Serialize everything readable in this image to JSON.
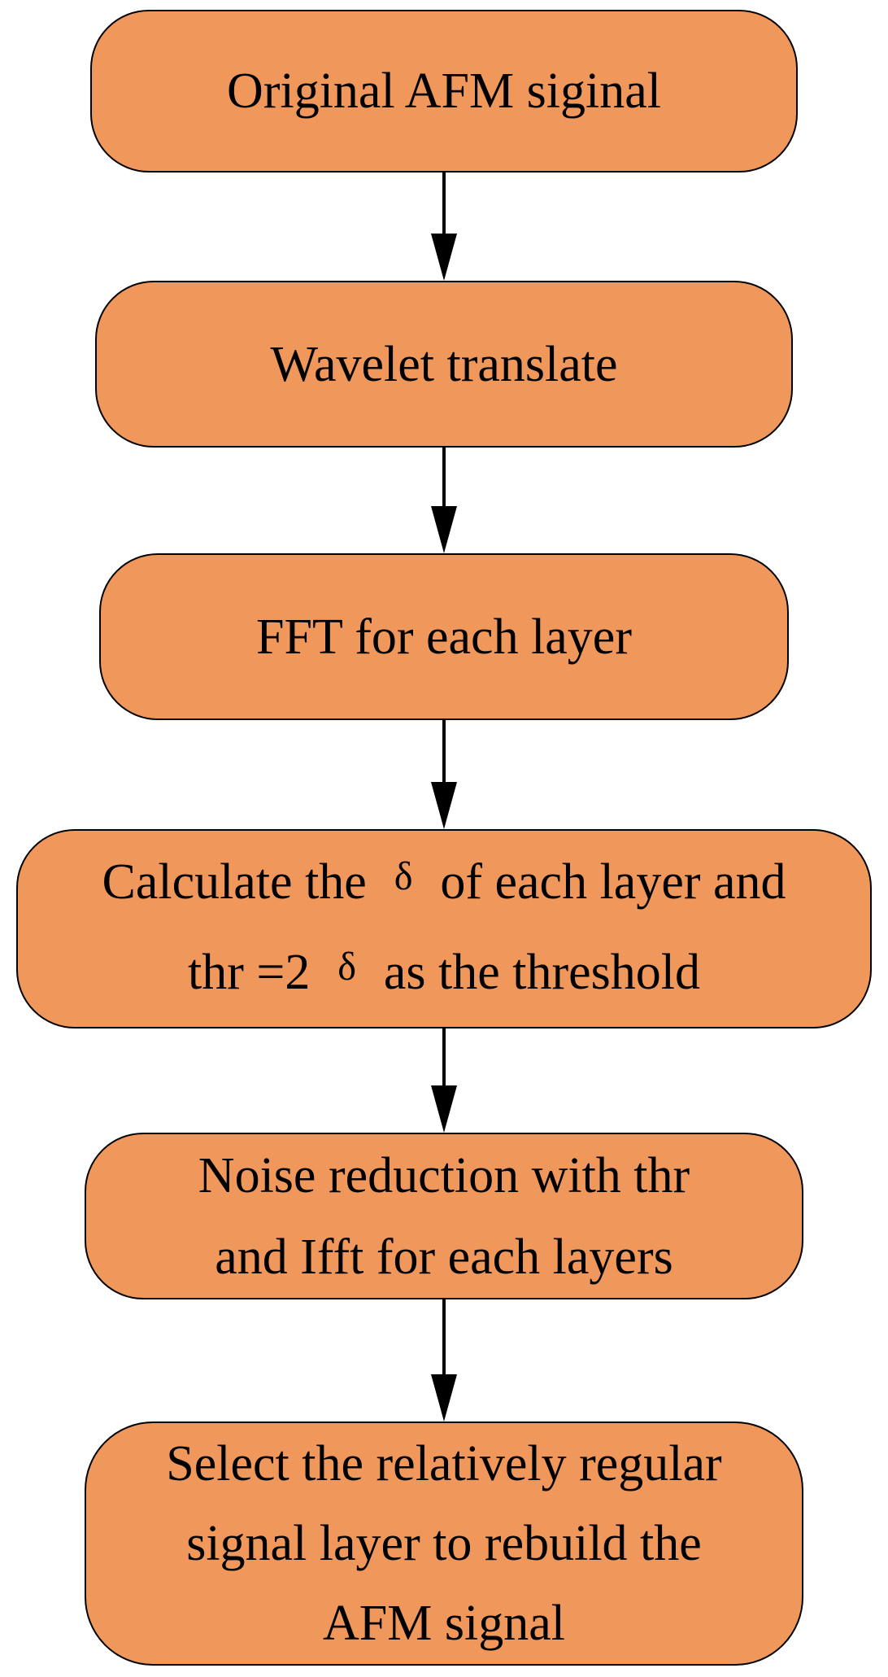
{
  "diagram": {
    "type": "flowchart",
    "direction": "top-down",
    "colors": {
      "background": "#FFFFFF",
      "node_fill": "#F0985C",
      "node_border": "#000000",
      "text": "#000000",
      "arrow": "#000000"
    },
    "nodes": [
      {
        "id": "original-afm-signal",
        "lines": [
          "Original AFM siginal"
        ]
      },
      {
        "id": "wavelet-translate",
        "lines": [
          "Wavelet translate"
        ]
      },
      {
        "id": "fft-each-layer",
        "lines": [
          "FFT for each layer"
        ]
      },
      {
        "id": "calculate-threshold",
        "line1": {
          "pre": "Calculate the",
          "symbol": "δ",
          "post": "of each layer and"
        },
        "line2": {
          "pre": "thr =2",
          "symbol": "δ",
          "post": "as the threshold"
        }
      },
      {
        "id": "noise-reduction-ifft",
        "lines": [
          "Noise reduction with thr",
          "and Ifft for each layers"
        ]
      },
      {
        "id": "select-rebuild-signal",
        "lines": [
          "Select the relatively regular",
          "signal layer to rebuild the",
          "AFM signal"
        ]
      }
    ],
    "edges": [
      {
        "from": "original-afm-signal",
        "to": "wavelet-translate"
      },
      {
        "from": "wavelet-translate",
        "to": "fft-each-layer"
      },
      {
        "from": "fft-each-layer",
        "to": "calculate-threshold"
      },
      {
        "from": "calculate-threshold",
        "to": "noise-reduction-ifft"
      },
      {
        "from": "noise-reduction-ifft",
        "to": "select-rebuild-signal"
      }
    ]
  }
}
